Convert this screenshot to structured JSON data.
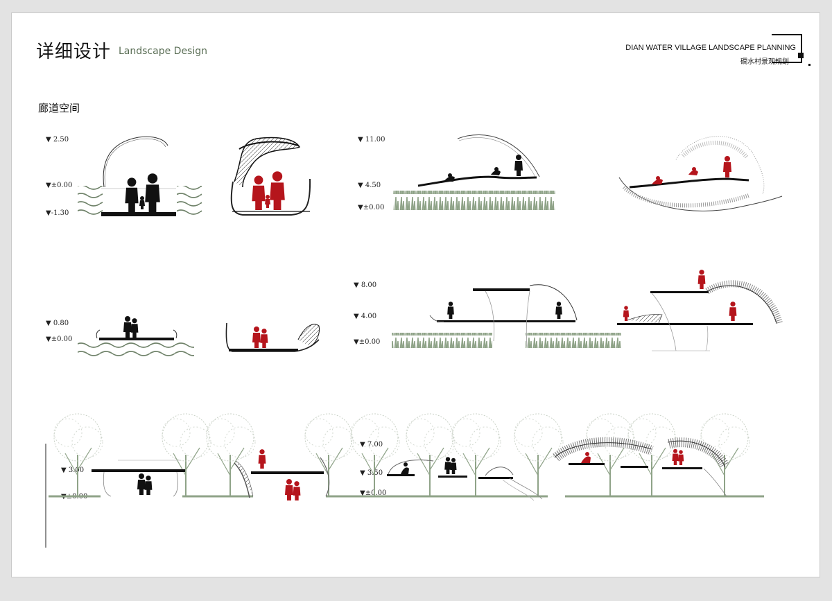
{
  "header": {
    "title_cn": "详细设计",
    "title_en": "Landscape Design",
    "project_en": "DIAN WATER VILLAGE LANDSCAPE PLANNING",
    "project_cn": "磵水村景观规划"
  },
  "section": {
    "title": "廊道空间"
  },
  "levels": {
    "s1": [
      "▼ 2.50",
      "▼±0.00",
      "▼-1.30"
    ],
    "s2": [
      "▼ 11.00",
      "▼ 4.50",
      "▼±0.00"
    ],
    "s3": [
      "▼ 0.80",
      "▼±0.00"
    ],
    "s4": [
      "▼ 8.00",
      "▼ 4.00",
      "▼±0.00"
    ],
    "s5": [
      "▼ 3.00",
      "▼±0.00"
    ],
    "s6": [
      "▼ 7.00",
      "▼ 3.50",
      "▼±0.00"
    ]
  },
  "colors": {
    "accent_red": "#b5151c",
    "figure_black": "#111111",
    "vegetation_green": "#8fa388",
    "title_green": "#5a6e55"
  }
}
